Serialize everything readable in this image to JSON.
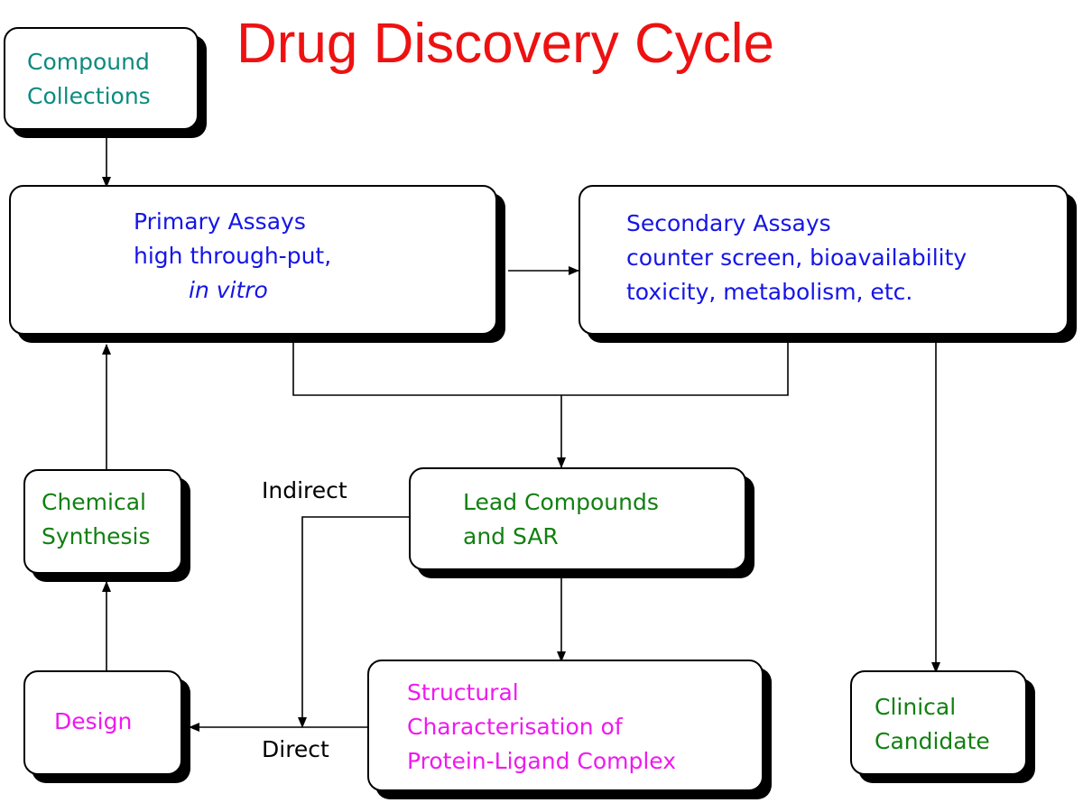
{
  "title": "Drug Discovery Cycle",
  "colors": {
    "title": "#ee1111",
    "teal": "#0d8a80",
    "blue": "#1515e6",
    "green": "#118011",
    "magenta": "#ee1aee",
    "black": "#000000"
  },
  "nodes": {
    "compound_collections": {
      "lines": [
        "Compound",
        "Collections"
      ]
    },
    "primary_assays": {
      "lines": [
        "Primary Assays",
        "high through-put,",
        "in vitro"
      ]
    },
    "secondary_assays": {
      "lines": [
        "Secondary Assays",
        "counter screen, bioavailability",
        "toxicity, metabolism, etc."
      ]
    },
    "chemical_synthesis": {
      "lines": [
        "Chemical",
        "Synthesis"
      ]
    },
    "lead_compounds": {
      "lines": [
        "Lead Compounds",
        "and SAR"
      ]
    },
    "design": {
      "lines": [
        "Design"
      ]
    },
    "structural": {
      "lines": [
        "Structural",
        "Characterisation of",
        "Protein-Ligand Complex"
      ]
    },
    "clinical_candidate": {
      "lines": [
        "Clinical",
        "Candidate"
      ]
    }
  },
  "edge_labels": {
    "indirect": "Indirect",
    "direct": "Direct"
  }
}
